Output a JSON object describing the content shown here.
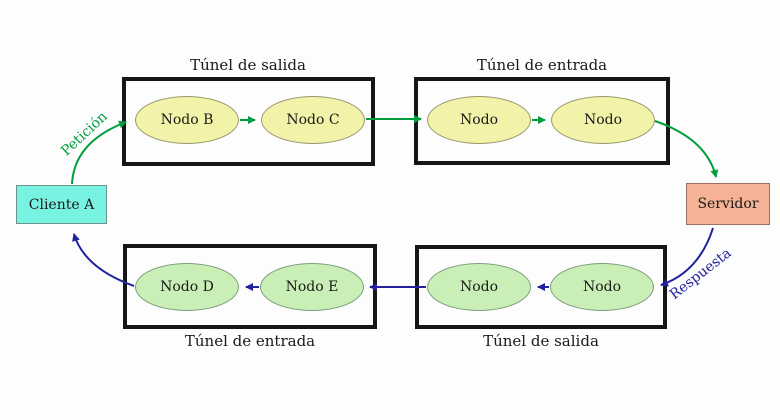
{
  "diagram": {
    "client": {
      "label": "Cliente A"
    },
    "server": {
      "label": "Servidor"
    },
    "request_label": "Petición",
    "response_label": "Respuesta",
    "tunnels": [
      {
        "id": "top-left",
        "title": "Túnel de salida",
        "node_color": "yellow",
        "nodes": [
          "Nodo B",
          "Nodo C"
        ]
      },
      {
        "id": "top-right",
        "title": "Túnel de entrada",
        "node_color": "yellow",
        "nodes": [
          "Nodo",
          "Nodo"
        ]
      },
      {
        "id": "bottom-left",
        "title": "Túnel de entrada",
        "node_color": "green",
        "nodes": [
          "Nodo D",
          "Nodo E"
        ]
      },
      {
        "id": "bottom-right",
        "title": "Túnel de salida",
        "node_color": "green",
        "nodes": [
          "Nodo",
          "Nodo"
        ]
      }
    ],
    "colors": {
      "request_arrow": "#009e3c",
      "response_arrow": "#22229e",
      "yellow_node_fill": "#f2f2a8",
      "green_node_fill": "#c9efb6",
      "client_fill": "#79f3e1",
      "server_fill": "#f5b295",
      "tunnel_border": "#161616"
    }
  }
}
